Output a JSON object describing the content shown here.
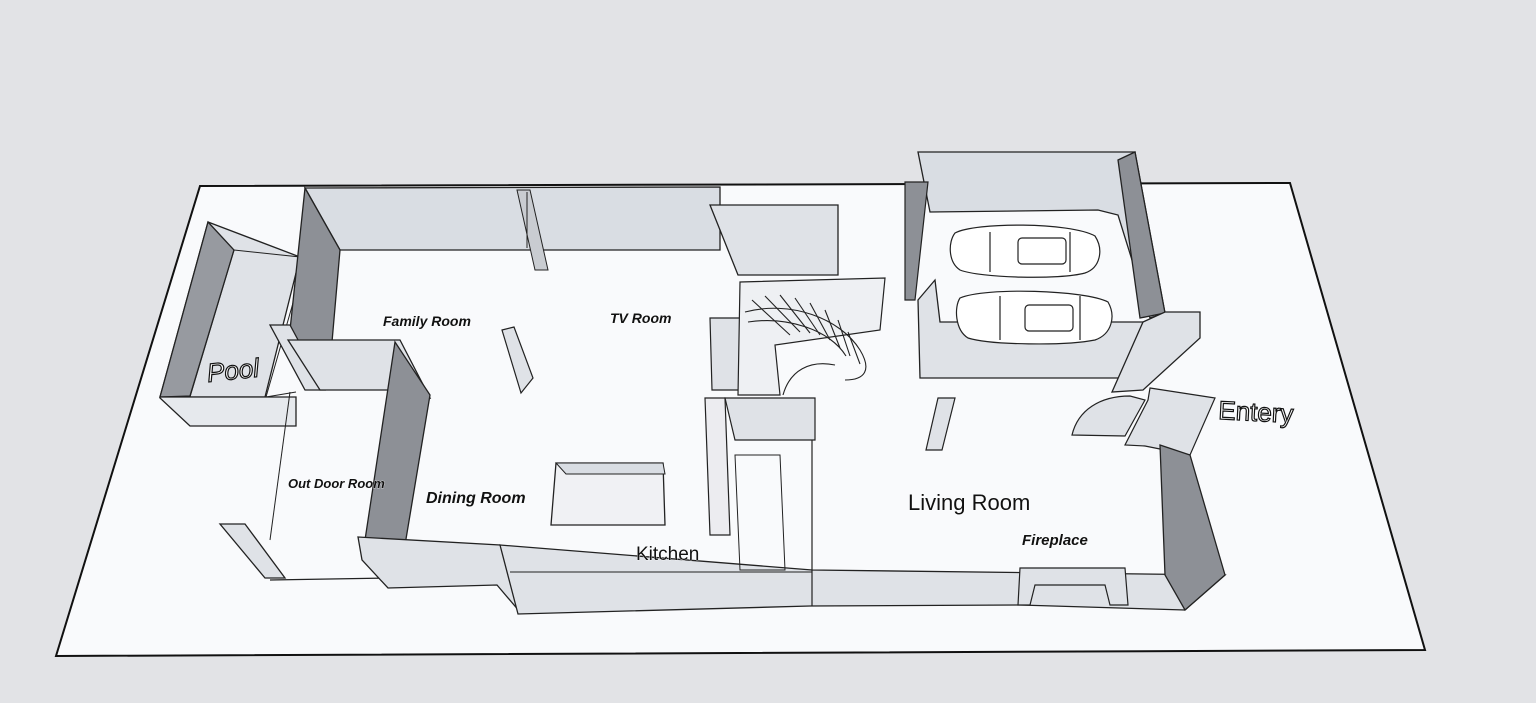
{
  "scene": {
    "background_color": "#e2e3e6",
    "ground_color": "#f9fafc",
    "wall_top_color": "#d9dde3",
    "wall_shadow_color": "#8d9096",
    "line_color": "#111111"
  },
  "labels": {
    "pool": "Pool",
    "family_room": "Family Room",
    "tv_room": "TV Room",
    "out_door_room": "Out Door Room",
    "dining_room": "Dining Room",
    "kitchen": "Kitchen",
    "living_room": "Living Room",
    "fireplace": "Fireplace",
    "entry": "Entery"
  },
  "icons": {
    "car_top": "car-icon",
    "car_bottom": "car-icon",
    "staircase": "spiral-staircase"
  }
}
